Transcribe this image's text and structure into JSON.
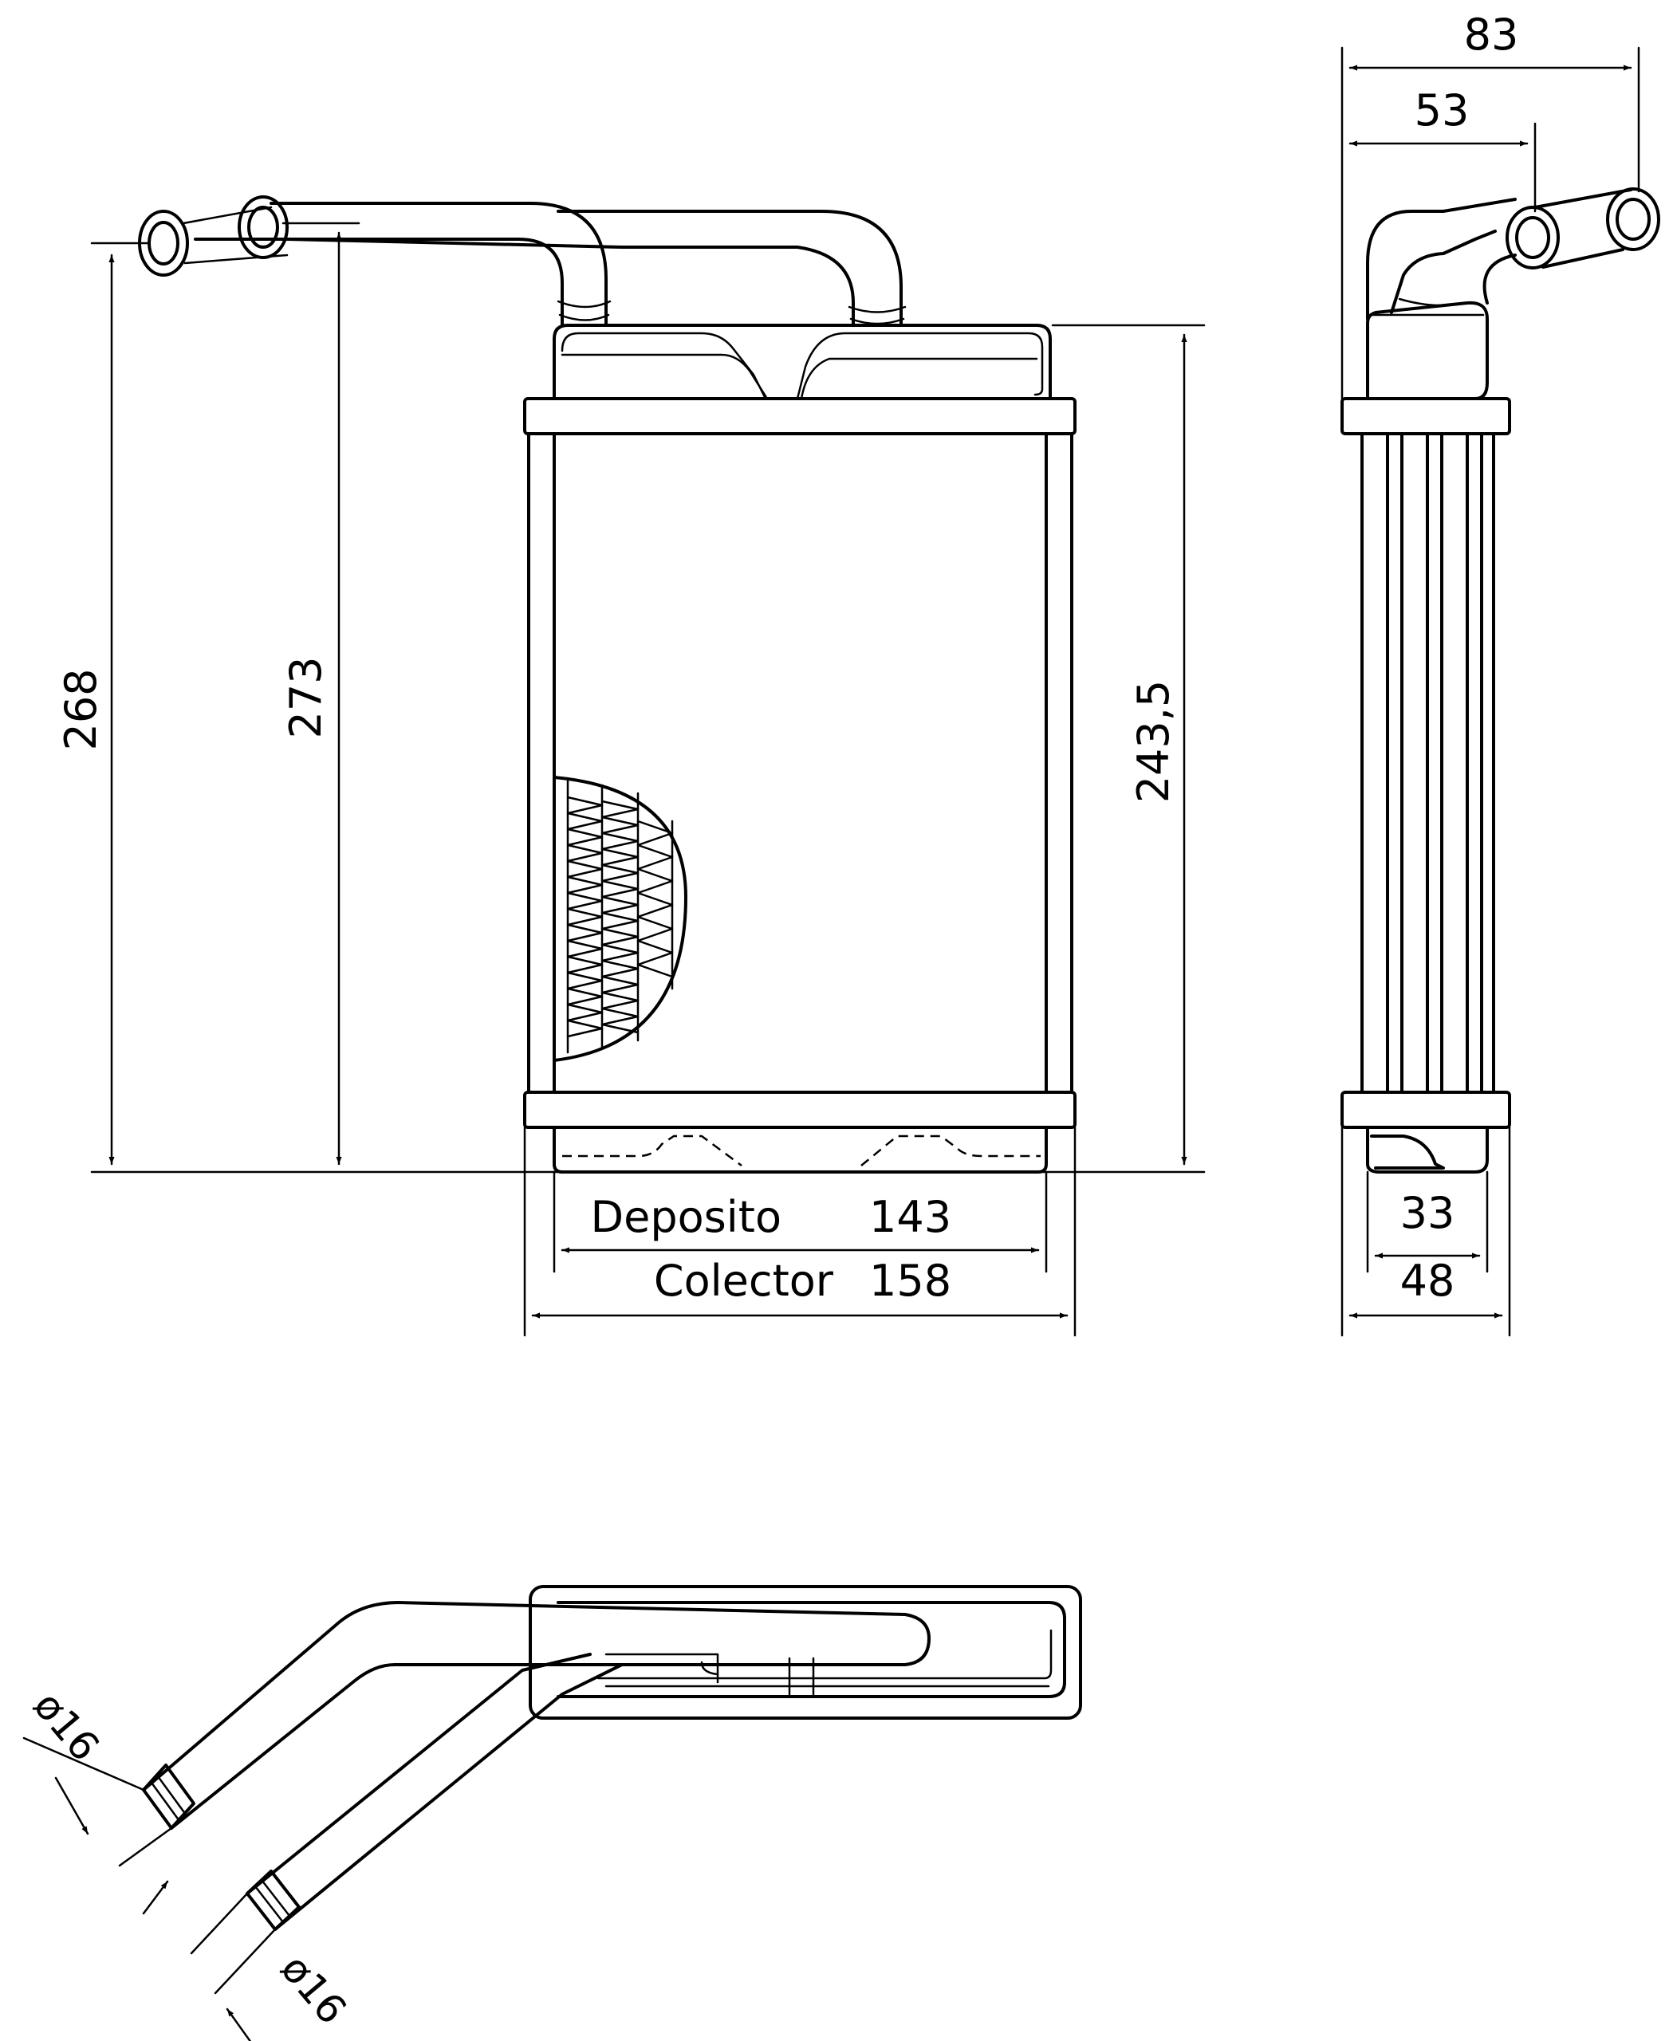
{
  "dimensions": {
    "overall_depth": "83",
    "pipe_offset": "53",
    "height_left": "268",
    "height_pipe": "273",
    "core_height": "243,5",
    "tank_label": "Deposito",
    "tank_value": "143",
    "header_label": "Colector",
    "header_value": "158",
    "core_depth": "33",
    "header_depth": "48",
    "pipe_dia_1": "ø16",
    "pipe_dia_2": "ø16"
  }
}
